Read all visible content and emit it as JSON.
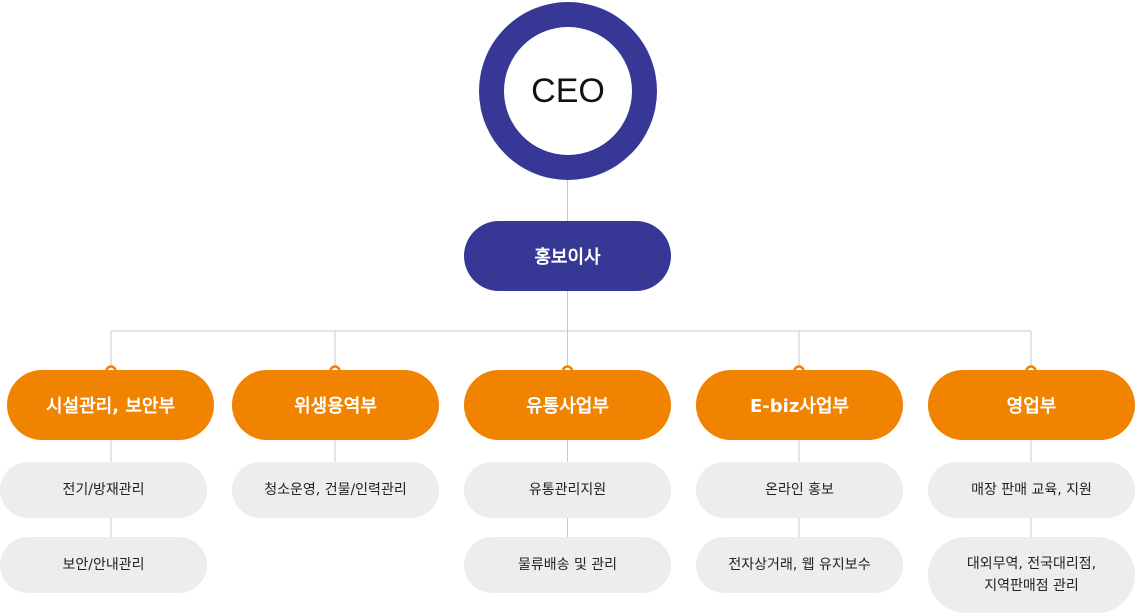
{
  "ceo": {
    "label": "CEO"
  },
  "director": {
    "label": "홍보이사"
  },
  "colors": {
    "navy": "#373795",
    "orange": "#f08300",
    "task_bg": "#ededed",
    "line": "#c8c8c8"
  },
  "departments": [
    {
      "label": "시설관리, 보안부",
      "tasks": [
        "전기/방재관리",
        "보안/안내관리"
      ]
    },
    {
      "label": "위생용역부",
      "tasks": [
        "청소운영, 건물/인력관리"
      ]
    },
    {
      "label": "유통사업부",
      "tasks": [
        "유통관리지원",
        "물류배송 및 관리"
      ]
    },
    {
      "label": "E-biz사업부",
      "tasks": [
        "온라인 홍보",
        "전자상거래, 웹 유지보수"
      ]
    },
    {
      "label": "영업부",
      "tasks": [
        "매장 판매 교육, 지원",
        "대외무역, 전국대리점,\n지역판매점 관리"
      ]
    }
  ]
}
